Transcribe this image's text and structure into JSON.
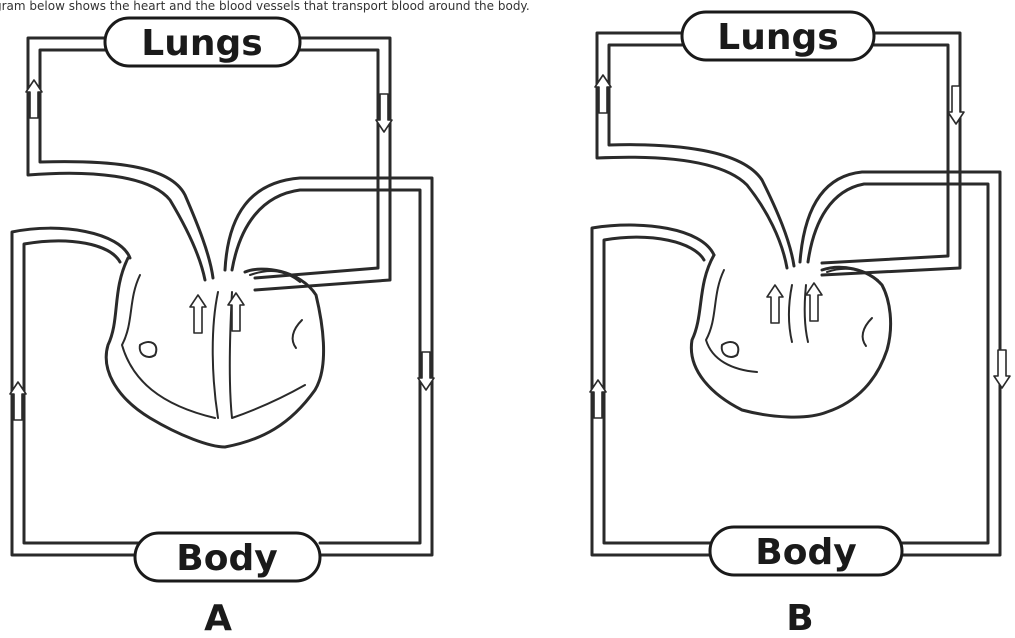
{
  "caption": "gram below shows the heart and the blood vessels that transport blood around the body.",
  "diagrams": [
    {
      "id": "A",
      "label": "A",
      "top_organ": "Lungs",
      "bottom_organ": "Body"
    },
    {
      "id": "B",
      "label": "B",
      "top_organ": "Lungs",
      "bottom_organ": "Body"
    }
  ],
  "icons": {
    "flow_arrow": "white-outlined-block-arrow"
  }
}
